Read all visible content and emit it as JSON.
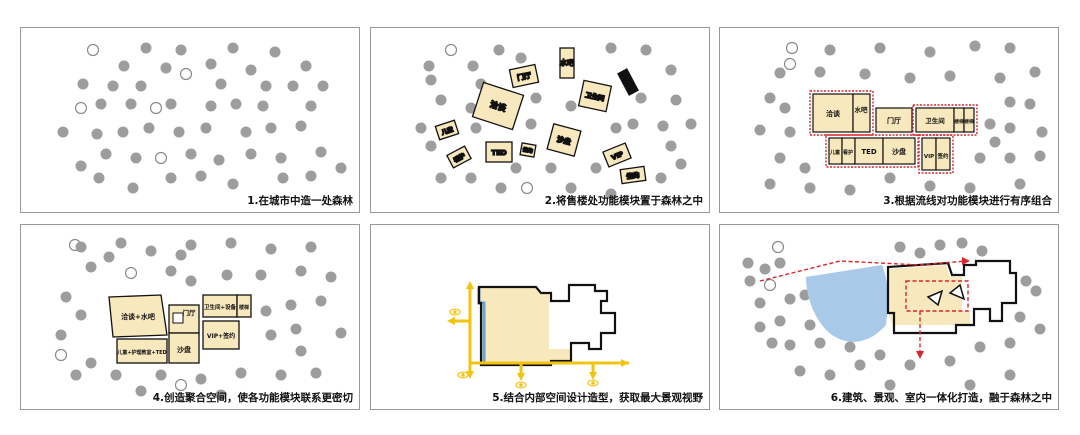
{
  "colors": {
    "tree_fill": "#9d9d9d",
    "open_tree_stroke": "#8a8a8a",
    "module_fill": "#f8e8bd",
    "outline": "#111111",
    "highlight_red": "#d7262d",
    "axis_yellow": "#f1c40f",
    "water_blue": "#a9c9e8",
    "edge_blue": "#6ea0d0"
  },
  "panels": [
    {
      "caption": "1.在城市中造一处森林"
    },
    {
      "caption": "2.将售楼处功能模块置于森林之中"
    },
    {
      "caption": "3.根据流线对功能模块进行有序组合"
    },
    {
      "caption": "4.创造聚合空间，使各功能模块联系更密切"
    },
    {
      "caption": "5.结合内部空间设计造型，获取最大景观视野"
    },
    {
      "caption": "6.建筑、景观、室内一体化打造，融于森林之中"
    }
  ],
  "modules2": {
    "door": "门厅",
    "bar": "水吧",
    "negotiate": "洽谈",
    "toilet": "卫生间",
    "stairs": "楼梯",
    "kids": "儿童",
    "ted": "TED",
    "sand": "沙盘",
    "vip": "VIP",
    "sign": "签约",
    "care": "看护"
  },
  "modules3": {
    "negotiate": "洽谈",
    "bar": "水吧",
    "door": "门厅",
    "toilet": "卫生间",
    "stairs": "楼梯",
    "kids": "儿童",
    "care": "看护",
    "ted": "TED",
    "sand": "沙盘",
    "vip": "VIP",
    "sign": "签约"
  },
  "modules4": {
    "negotiate": "洽谈+水吧",
    "door": "门厅",
    "toilet": "卫生间+设备",
    "stairs": "楼梯",
    "kids": "儿童+护理教室+TED",
    "sand": "沙盘",
    "vip": "VIP+签约"
  }
}
